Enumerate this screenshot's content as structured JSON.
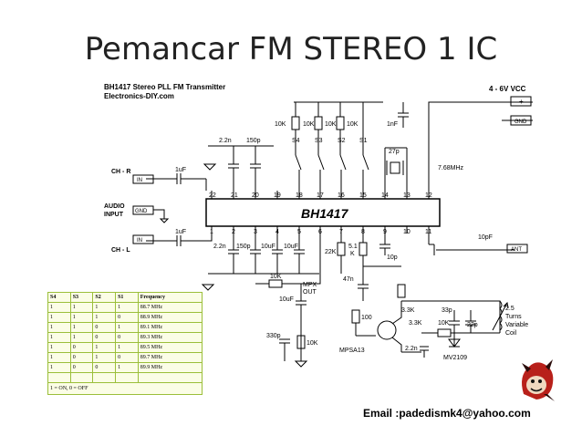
{
  "slide": {
    "title": "Pemancar FM STEREO 1 IC"
  },
  "schematic": {
    "header_line1": "BH1417 Stereo PLL FM Transmitter",
    "header_line2": "Electronics-DIY.com",
    "ic_name": "BH1417",
    "supply": "4 - 6V VCC",
    "plus": "+",
    "gnd": "GND",
    "ch_r": "CH - R",
    "ch_l": "CH - L",
    "in": "IN",
    "audio_input_1": "AUDIO",
    "audio_input_2": "INPUT",
    "ant": "ANT",
    "mpx_1": "MPX",
    "mpx_2": "OUT",
    "pins_top": [
      "22",
      "21",
      "20",
      "19",
      "18",
      "17",
      "16",
      "15",
      "14",
      "13",
      "12"
    ],
    "pins_bottom": [
      "1",
      "2",
      "3",
      "4",
      "5",
      "6",
      "7",
      "8",
      "9",
      "10",
      "11"
    ],
    "labels": {
      "r10k": "10K",
      "c1nf": "1nF",
      "c2n2": "2.2n",
      "c150p": "150p",
      "s4": "S4",
      "s3": "S3",
      "s2": "S2",
      "s1": "S1",
      "c27p": "27p",
      "xtal": "7.68MHz",
      "c1uf": "1uF",
      "c10uf": "10uF",
      "r22k": "22K",
      "r5k1_a": "5.1",
      "r5k1_b": "K",
      "c10p": "10p",
      "c10pf": "10pF",
      "c47n": "47n",
      "r100": "100",
      "r3k3": "3.3K",
      "c33p": "33p",
      "c22p": "22p",
      "c330p": "330p",
      "transistor": "MPSA13",
      "varicap": "MV2109",
      "coil_1": "2.5",
      "coil_2": "Turns",
      "coil_3": "Variable",
      "coil_4": "Coil"
    }
  },
  "freq_table": {
    "headers": [
      "S4",
      "S3",
      "S2",
      "S1",
      "Frequency"
    ],
    "rows": [
      [
        "1",
        "1",
        "1",
        "1",
        "88.7 MHz"
      ],
      [
        "1",
        "1",
        "1",
        "0",
        "88.9 MHz"
      ],
      [
        "1",
        "1",
        "0",
        "1",
        "89.1 MHz"
      ],
      [
        "1",
        "1",
        "0",
        "0",
        "89.3 MHz"
      ],
      [
        "1",
        "0",
        "1",
        "1",
        "89.5 MHz"
      ],
      [
        "1",
        "0",
        "1",
        "0",
        "89.7 MHz"
      ],
      [
        "1",
        "0",
        "0",
        "1",
        "89.9 MHz"
      ]
    ],
    "note": "1 = ON, 0 = OFF"
  },
  "footer": {
    "email": "Email :padedismk4@yahoo.com"
  },
  "icon": "devil-mascot-logo"
}
